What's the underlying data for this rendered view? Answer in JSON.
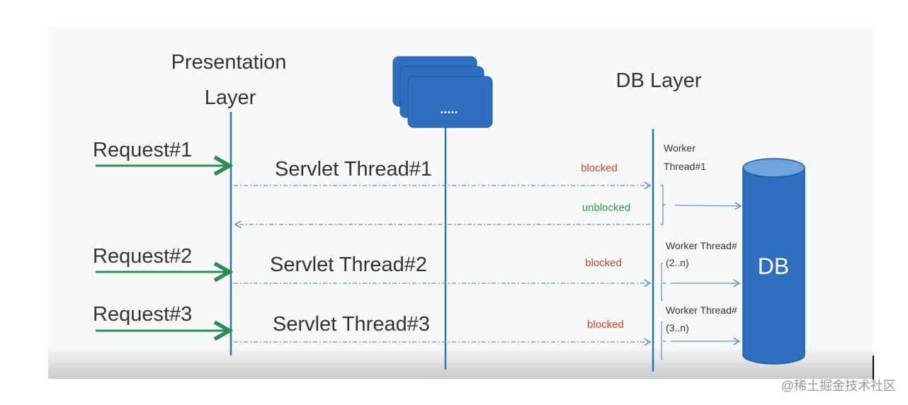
{
  "colors": {
    "lifeline": "#2e75b6",
    "request_arrow": "#2e8b57",
    "blocked": "#e0402a",
    "unblocked": "#2e9a4a",
    "db_fill": "#2e6fbf",
    "slide_bg": "#f7f8f8"
  },
  "presentation_layer": {
    "line1": "Presentation",
    "line2": "Layer"
  },
  "servlet_pool": {
    "label": "....."
  },
  "db_layer": {
    "title": "DB Layer"
  },
  "requests": [
    {
      "label": "Request#1",
      "servlet": "Servlet Thread#1",
      "status": "blocked"
    },
    {
      "label": "Request#2",
      "servlet": "Servlet Thread#2",
      "status": "blocked"
    },
    {
      "label": "Request#3",
      "servlet": "Servlet Thread#3",
      "status": "blocked"
    }
  ],
  "unblocked_label": "unblocked",
  "workers": [
    {
      "line1": "Worker",
      "line2": "Thread#1"
    },
    {
      "line1": "Worker Thread#",
      "line2": "(2..n)"
    },
    {
      "line1": "Worker Thread#",
      "line2": "(3..n)"
    }
  ],
  "db": {
    "label": "DB"
  },
  "watermark": "@稀土掘金技术社区"
}
